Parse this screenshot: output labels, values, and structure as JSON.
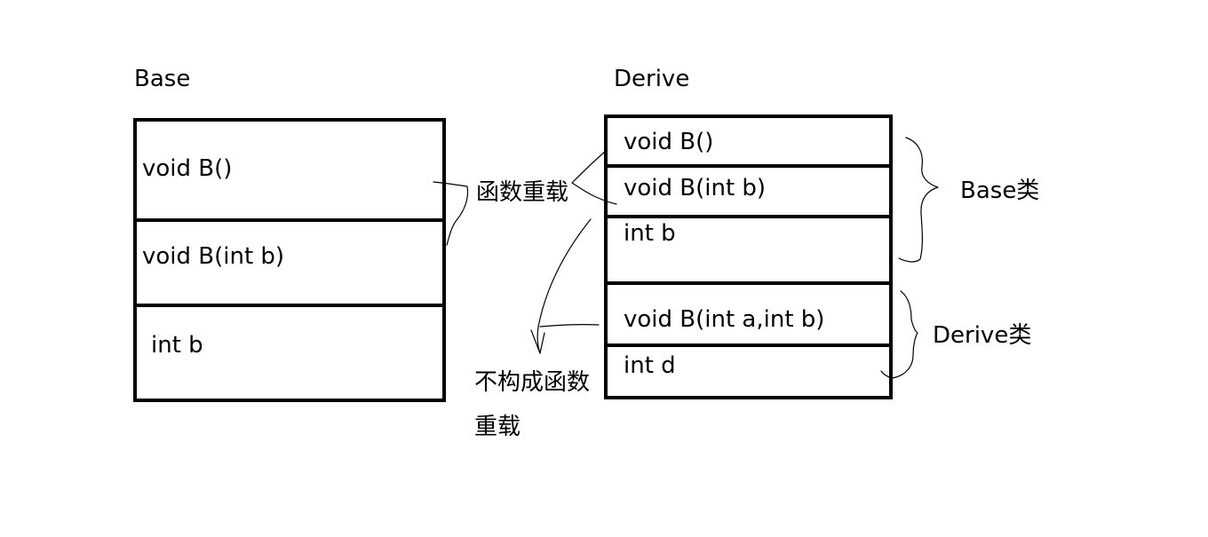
{
  "base": {
    "title": "Base",
    "rows": [
      "void B()",
      "void B(int b)",
      "int b"
    ]
  },
  "derive": {
    "title": "Derive",
    "rows": [
      "void B()",
      "void B(int b)",
      "int b",
      "void B(int a,int b)",
      "int d"
    ]
  },
  "annotations": {
    "overload": "函数重载",
    "no_overload_line1": "不构成函数",
    "no_overload_line2": "重载",
    "base_class": "Base类",
    "derive_class": "Derive类"
  }
}
